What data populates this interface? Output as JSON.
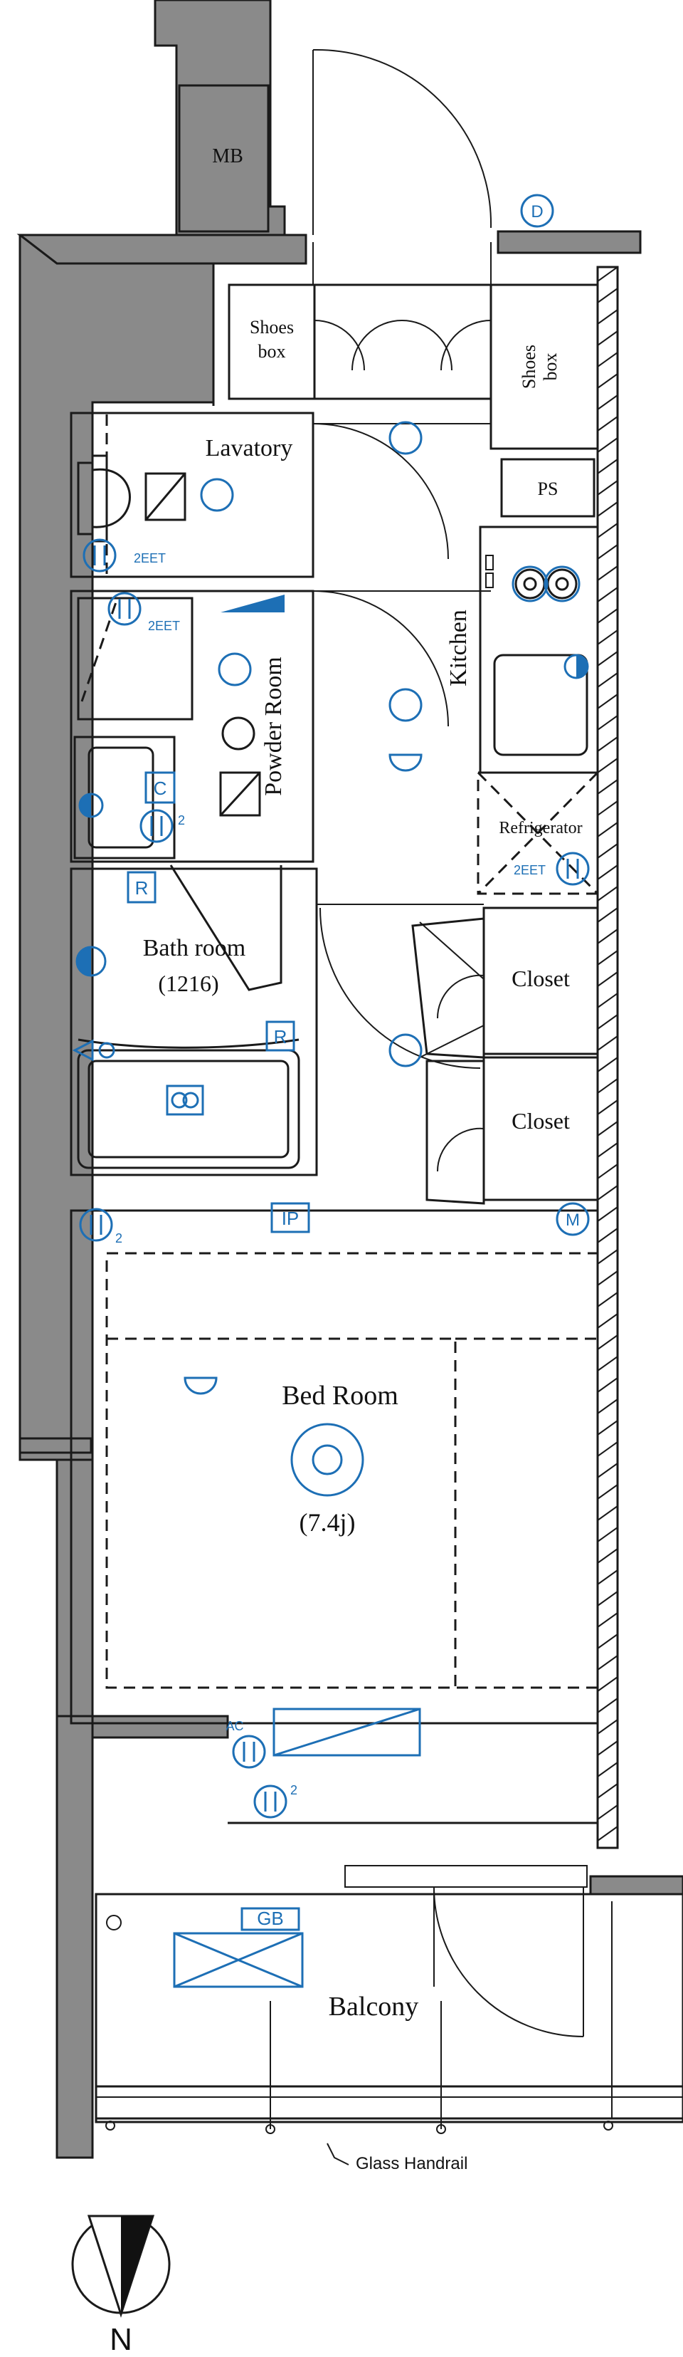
{
  "labels": {
    "mb": "MB",
    "shoes_box_left_1": "Shoes",
    "shoes_box_left_2": "box",
    "shoes_box_right_1": "Shoes",
    "shoes_box_right_2": "box",
    "lavatory": "Lavatory",
    "ps": "PS",
    "powder_room": "Powder Room",
    "kitchen": "Kitchen",
    "refrigerator": "Refrigerator",
    "bath_room": "Bath room",
    "bath_size": "(1216)",
    "closet_1": "Closet",
    "closet_2": "Closet",
    "bed_room": "Bed Room",
    "bed_size": "(7.4j)",
    "balcony": "Balcony",
    "glass_handrail": "Glass Handrail",
    "north": "N"
  },
  "symbols": {
    "d": "D",
    "m": "M",
    "ip": "IP",
    "r1": "R",
    "r2": "R",
    "c": "C",
    "gb": "GB",
    "ac": "AC",
    "eet1": "2EET",
    "eet2": "2EET",
    "eet3": "2EET",
    "sub2a": "2",
    "sub2b": "2",
    "sub2c": "2"
  },
  "colors": {
    "symbol_blue": "#1d6fb5",
    "wall_gray": "#8a8a8a",
    "line": "#1a1a1a"
  }
}
